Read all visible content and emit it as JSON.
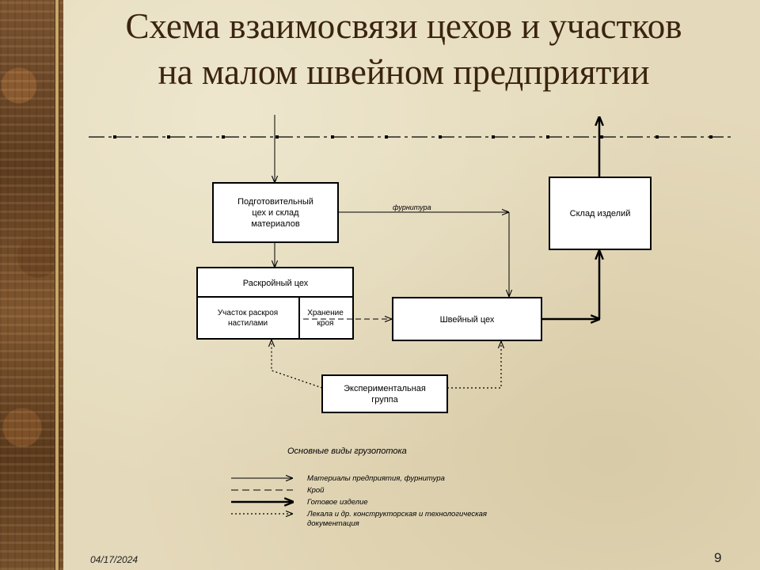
{
  "slide": {
    "title_line1": "Схема взаимосвязи цехов и участков",
    "title_line2": "на малом швейном предприятии",
    "date": "04/17/2024",
    "page_number": "9"
  },
  "boxes": {
    "prep_line1": "Подготовительный",
    "prep_line2": "цех и склад",
    "prep_line3": "материалов",
    "cutting": "Раскройный цех",
    "cutting_area_line1": "Участок раскроя",
    "cutting_area_line2": "настилами",
    "storage_line1": "Хранение",
    "storage_line2": "кроя",
    "sewing": "Швейный цех",
    "warehouse": "Склад изделий",
    "exp_line1": "Экспериментальная",
    "exp_line2": "группа"
  },
  "labels": {
    "accessories": "фурнитура"
  },
  "legend": {
    "title": "Основные виды грузопотока",
    "items": [
      {
        "style": "thin-solid",
        "label": "Материалы предприятия, фурнитура"
      },
      {
        "style": "dashed",
        "label": "Крой"
      },
      {
        "style": "thick-solid",
        "label": "Готовое изделие"
      },
      {
        "style": "dotted",
        "label_line1": "Лекала и др. конструкторская и технологическая",
        "label_line2": "документация"
      }
    ]
  },
  "colors": {
    "title": "#3a2410",
    "line": "#000000",
    "box_fill": "#ffffff"
  }
}
